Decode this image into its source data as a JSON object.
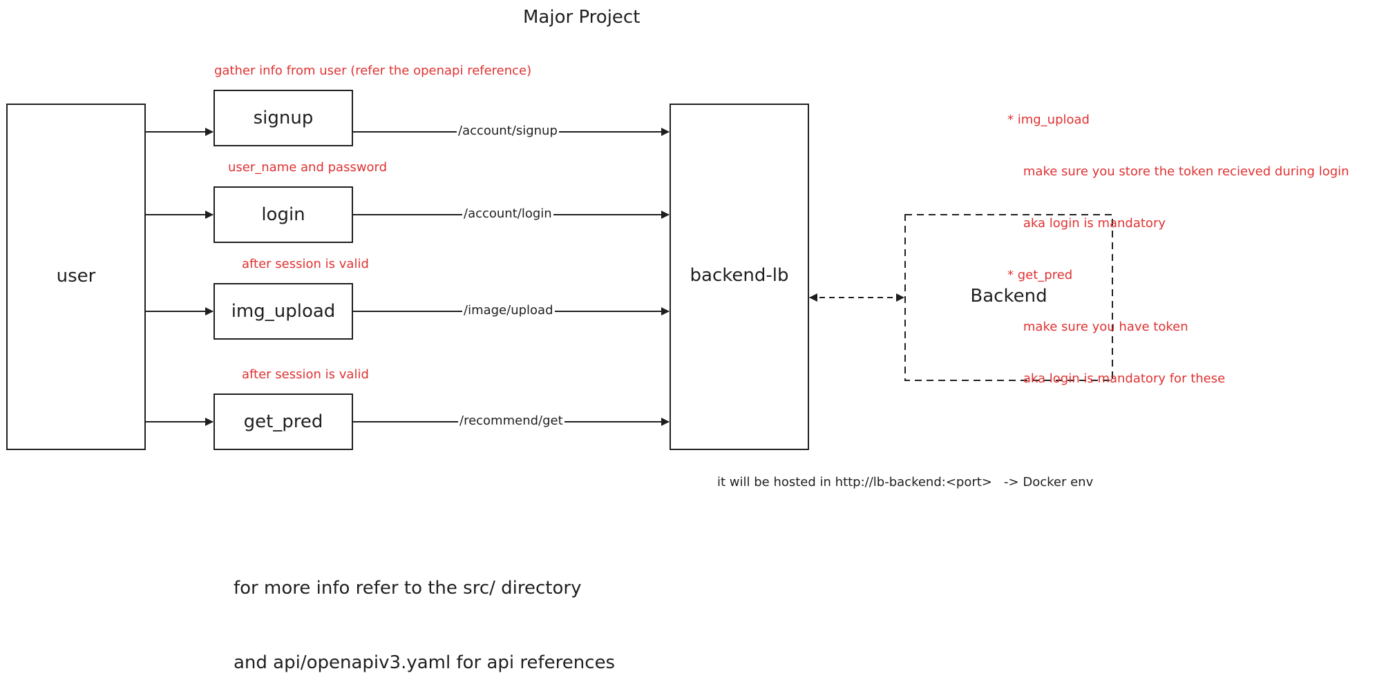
{
  "title": "Major Project",
  "nodes": {
    "user": "user",
    "signup": "signup",
    "login": "login",
    "img_upload": "img_upload",
    "get_pred": "get_pred",
    "backend_lb": "backend-lb",
    "backend": "Backend"
  },
  "edges": {
    "signup": "/account/signup",
    "login": "/account/login",
    "img_upload": "/image/upload",
    "get_pred": "/recommend/get"
  },
  "annotations": {
    "signup": "gather info from user (refer the openapi reference)",
    "login": "user_name and password",
    "img_upload": "after session is valid",
    "get_pred": "after session is valid"
  },
  "notes": [
    "* img_upload",
    "    make sure you store the token recieved during login",
    "    aka login is mandatory",
    "* get_pred",
    "    make sure you have token",
    "    aka login is mandatory for these"
  ],
  "hosted_note": "it will be hosted in http://lb-backend:<port>   -> Docker env",
  "footer": [
    "for more info refer to the src/ directory",
    "and api/openapiv3.yaml for api references"
  ],
  "colors": {
    "stroke": "#1e1e1e",
    "annotation": "#e03131",
    "background": "#ffffff"
  }
}
